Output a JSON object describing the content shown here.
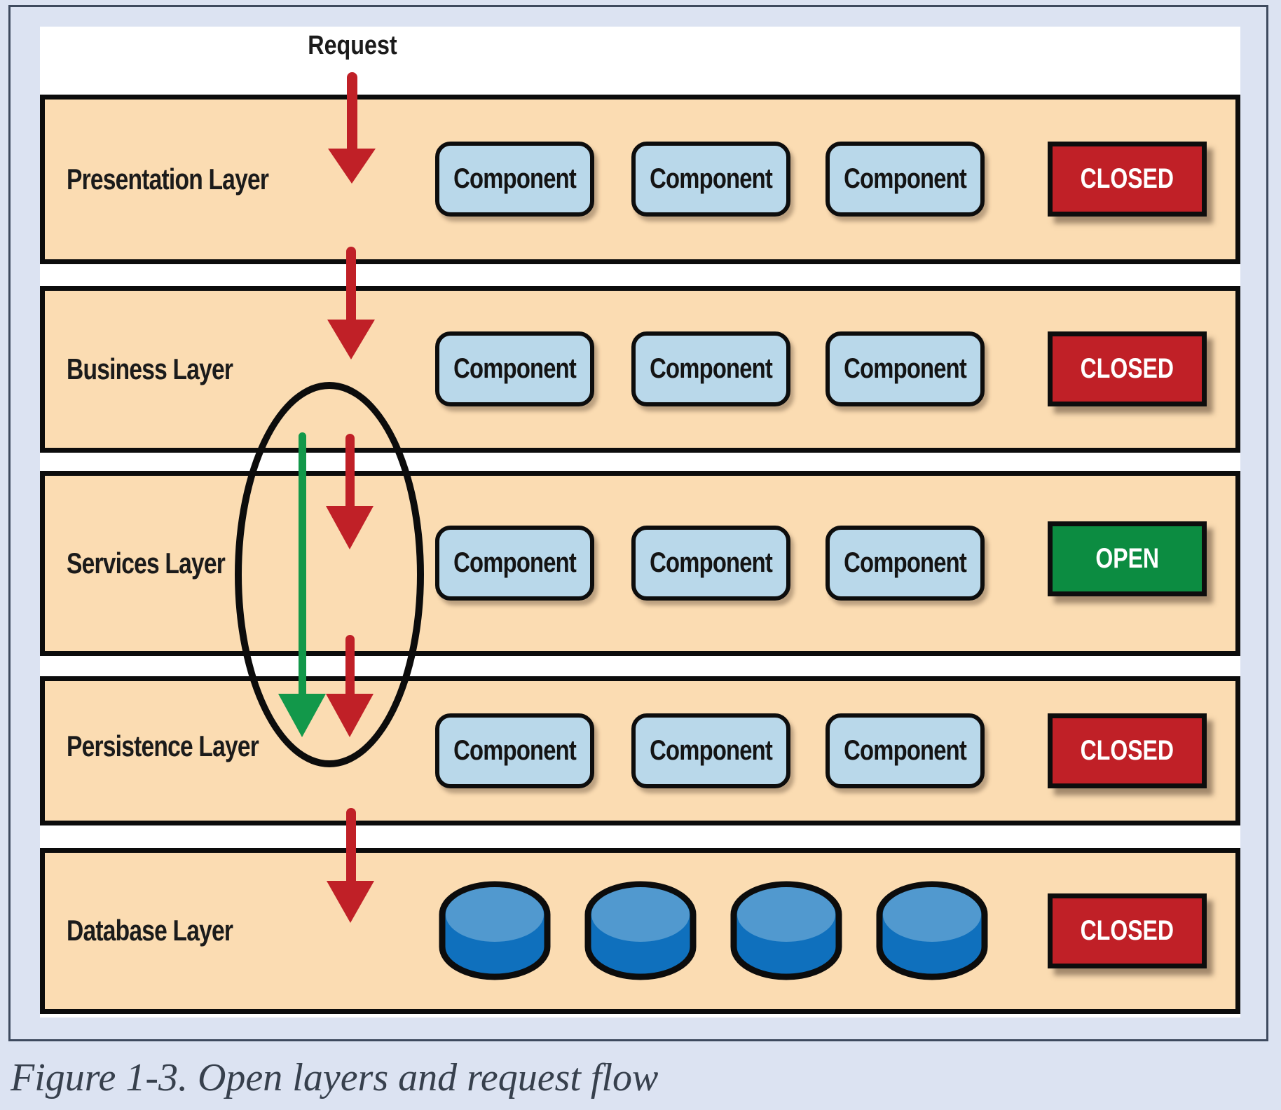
{
  "figure": {
    "request_label": "Request",
    "caption": "Figure 1-3. Open layers and request flow",
    "layers": [
      {
        "name": "Presentation Layer",
        "status": "CLOSED",
        "components": [
          "Component",
          "Component",
          "Component"
        ]
      },
      {
        "name": "Business Layer",
        "status": "CLOSED",
        "components": [
          "Component",
          "Component",
          "Component"
        ]
      },
      {
        "name": "Services Layer",
        "status": "OPEN",
        "components": [
          "Component",
          "Component",
          "Component"
        ]
      },
      {
        "name": "Persistence Layer",
        "status": "CLOSED",
        "components": [
          "Component",
          "Component",
          "Component"
        ]
      },
      {
        "name": "Database Layer",
        "status": "CLOSED",
        "databases": 4
      }
    ],
    "colors": {
      "layer_fill": "#fbdcb2",
      "component_fill": "#b9d8ea",
      "closed_badge": "#c02027",
      "open_badge": "#0c8c41",
      "request_arrow": "#c02027",
      "open_flow_arrow": "#12984a",
      "database_top": "#5199cf",
      "database_body": "#0f70bd",
      "page_background": "#dce3f2",
      "canvas_background": "#ffffff",
      "frame_line": "#3e4a5e"
    }
  }
}
